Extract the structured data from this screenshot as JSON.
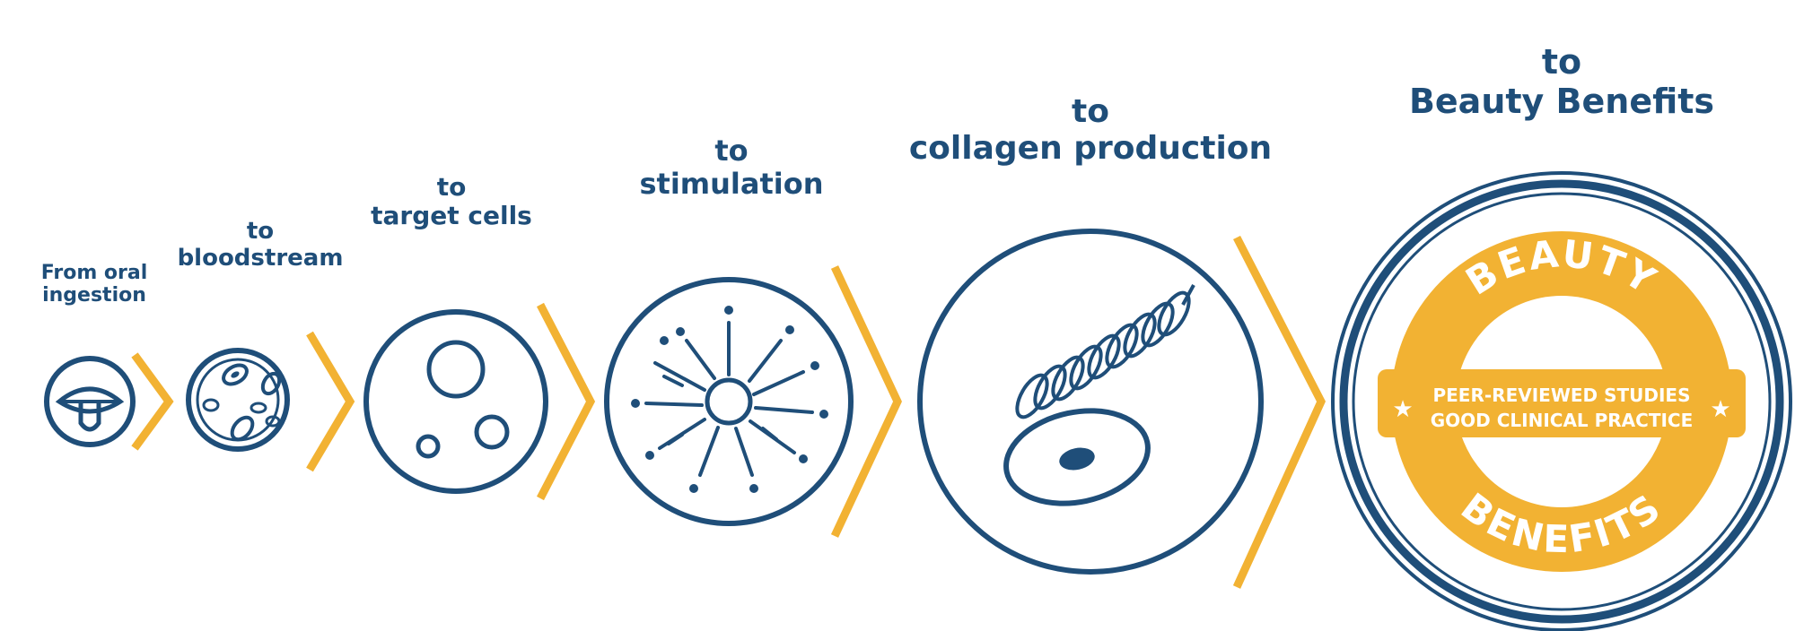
{
  "steps": [
    {
      "line1": "From oral",
      "line2": "ingestion"
    },
    {
      "line1": "to",
      "line2": "bloodstream"
    },
    {
      "line1": "to",
      "line2": "target cells"
    },
    {
      "line1": "to",
      "line2": "stimulation"
    },
    {
      "line1": "to",
      "line2": "collagen production"
    },
    {
      "line1": "to",
      "line2": "Beauty Benefits"
    }
  ],
  "badge": {
    "top_word": "BEAUTY",
    "bottom_word": "BENEFITS",
    "line1": "PEER-REVIEWED STUDIES",
    "line2": "GOOD CLINICAL PRACTICE",
    "star": "★"
  },
  "colors": {
    "navy": "#1f4e79",
    "gold": "#f2b233"
  },
  "icons": [
    "mouth-icon",
    "blood-cells-icon",
    "target-cells-icon",
    "stimulation-icon",
    "collagen-fibroblast-icon",
    "beauty-benefits-seal-icon"
  ]
}
